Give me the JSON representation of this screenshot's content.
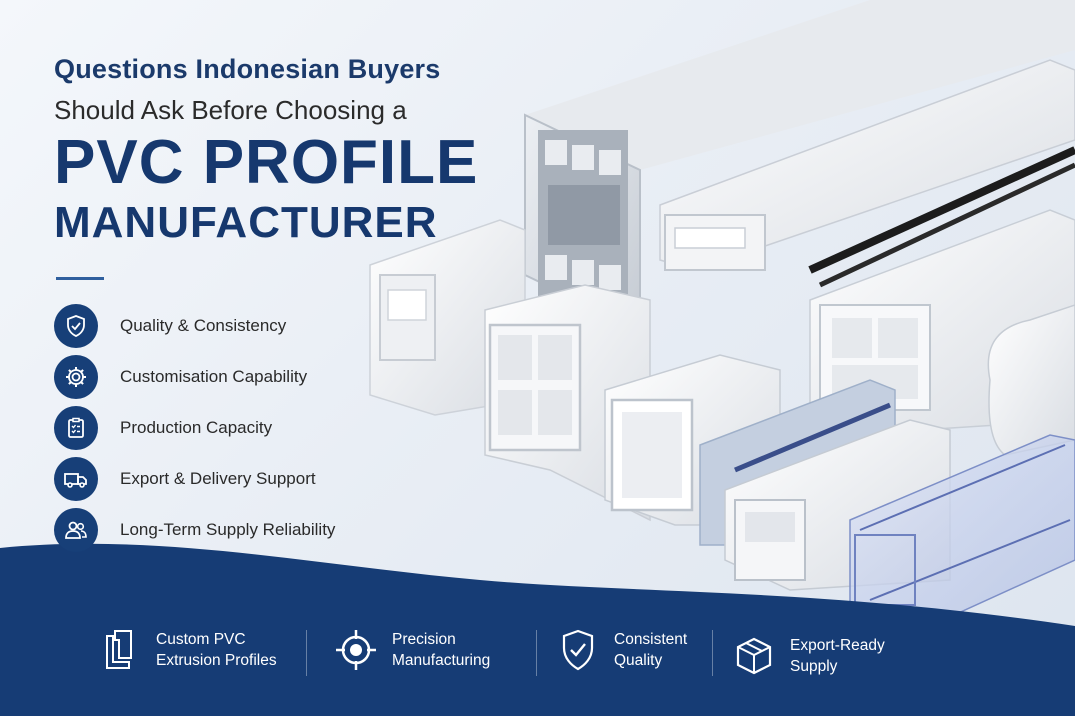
{
  "headline": {
    "line1": "Questions Indonesian Buyers",
    "line2": "Should Ask Before Choosing a",
    "line3": "PVC PROFILE",
    "line4": "MANUFACTURER"
  },
  "features": [
    {
      "icon": "shield-check-icon",
      "label": "Quality & Consistency"
    },
    {
      "icon": "gear-icon",
      "label": "Customisation Capability"
    },
    {
      "icon": "clipboard-checklist-icon",
      "label": "Production Capacity"
    },
    {
      "icon": "delivery-truck-icon",
      "label": "Export & Delivery Support"
    },
    {
      "icon": "people-icon",
      "label": "Long-Term Supply Reliability"
    }
  ],
  "bottom_bar": [
    {
      "icon": "extrusion-profile-icon",
      "line1": "Custom PVC",
      "line2": "Extrusion Profiles"
    },
    {
      "icon": "crosshair-target-icon",
      "line1": "Precision",
      "line2": "Manufacturing"
    },
    {
      "icon": "shield-check-icon",
      "line1": "Consistent",
      "line2": "Quality"
    },
    {
      "icon": "box-icon",
      "line1": "Export-Ready",
      "line2": "Supply"
    }
  ],
  "colors": {
    "navy": "#16386e",
    "band": "#163c75",
    "accent": "#2f5f9e"
  }
}
